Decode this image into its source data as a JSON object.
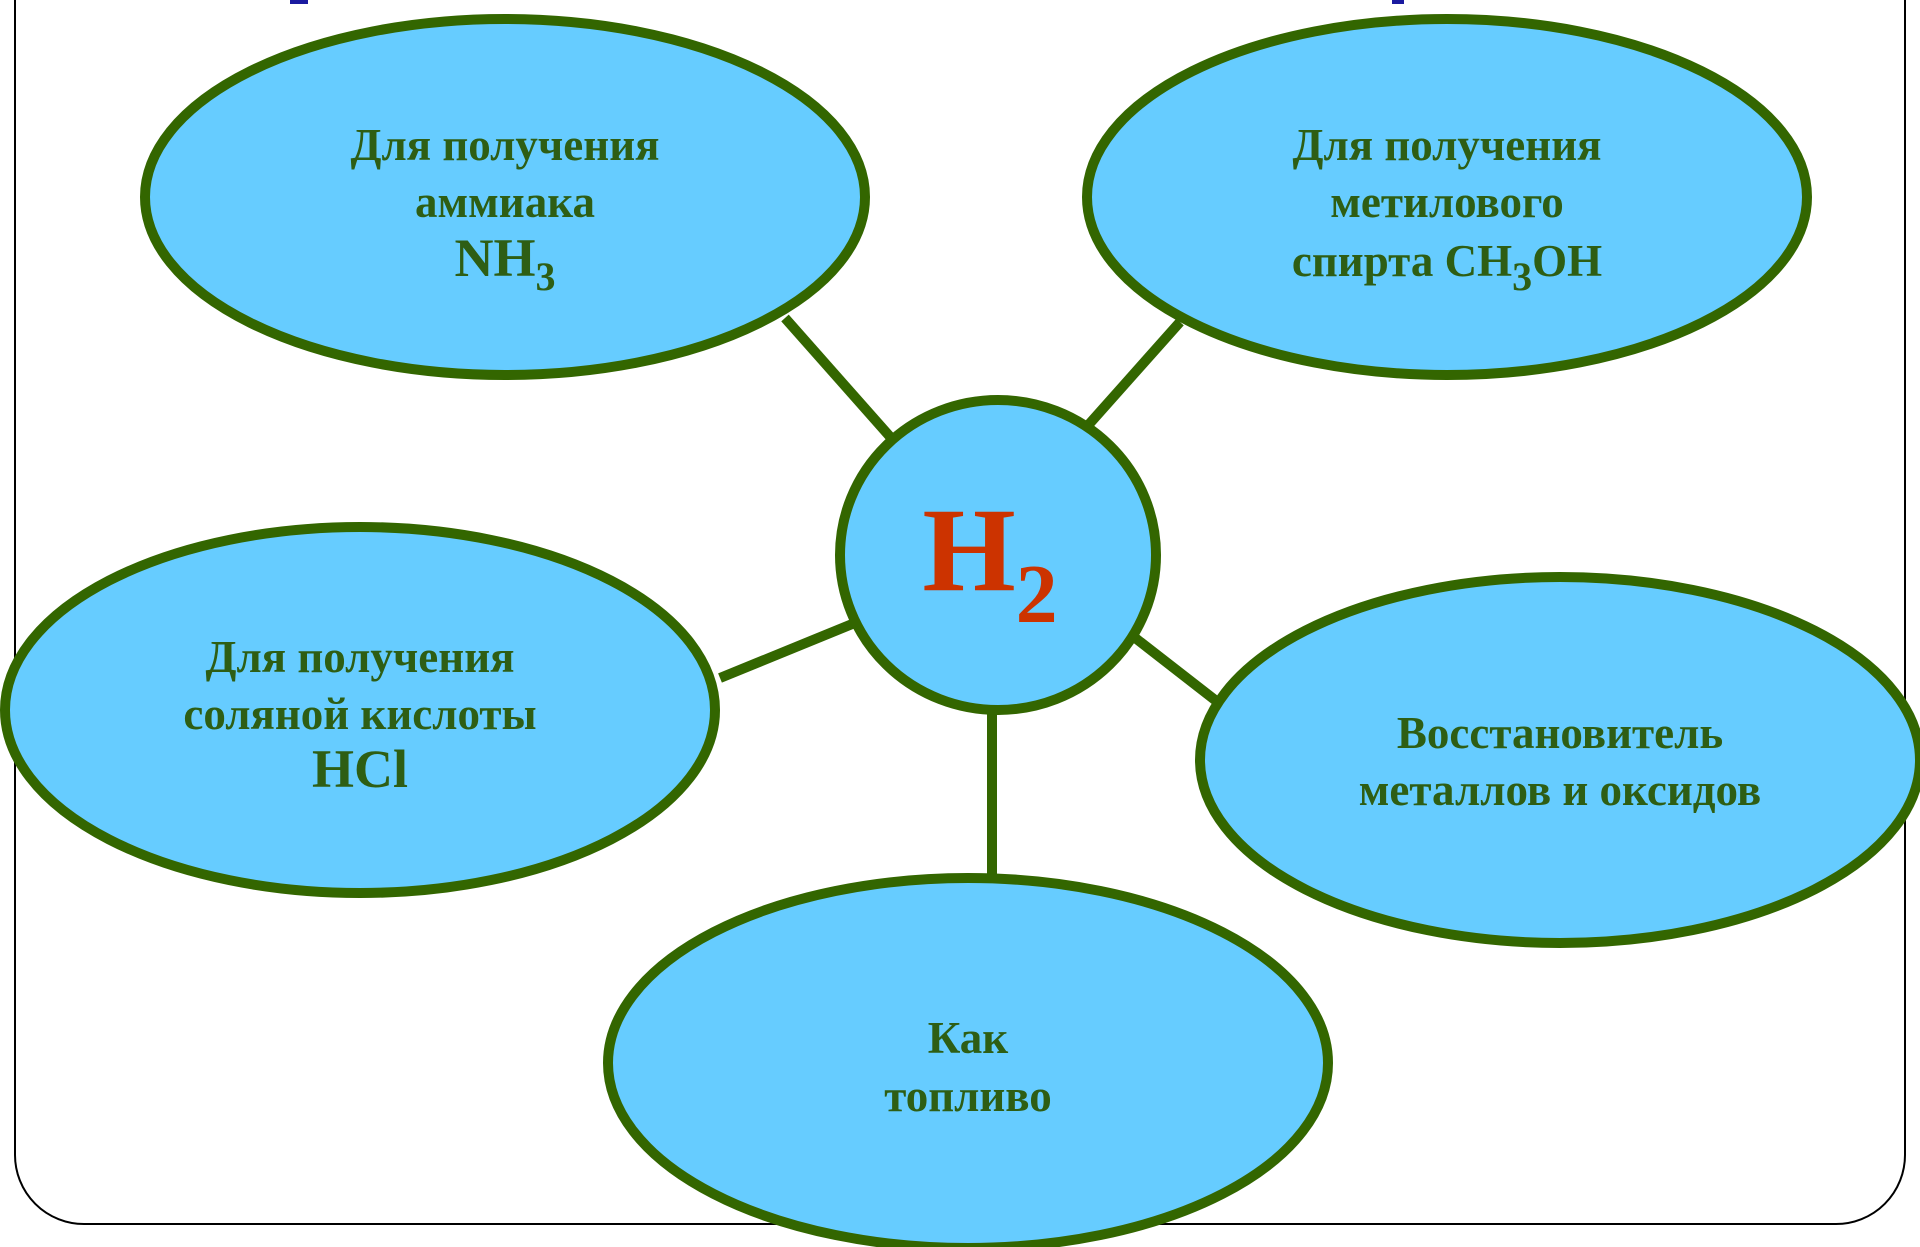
{
  "colors": {
    "oval_fill": "#66ccff",
    "oval_stroke": "#336600",
    "text": "#2e5e14",
    "hub_text": "#cc3300",
    "frame": "#000000"
  },
  "hub": {
    "symbol": "H",
    "subscript": "2"
  },
  "nodes": {
    "ammonia": {
      "line1": "Для получения",
      "line2": "аммиака",
      "formula_main": "NH",
      "formula_sub": "3"
    },
    "methanol": {
      "line1": "Для получения",
      "line2": "метилового",
      "line3_prefix": "спирта CH",
      "line3_sub": "3",
      "line3_suffix": "OH"
    },
    "hcl": {
      "line1": "Для получения",
      "line2": "соляной кислоты",
      "line3": "HCl"
    },
    "reducer": {
      "line1": "Восстановитель",
      "line2": "металлов и оксидов"
    },
    "fuel": {
      "line1": "Как",
      "line2": "топливо"
    }
  }
}
